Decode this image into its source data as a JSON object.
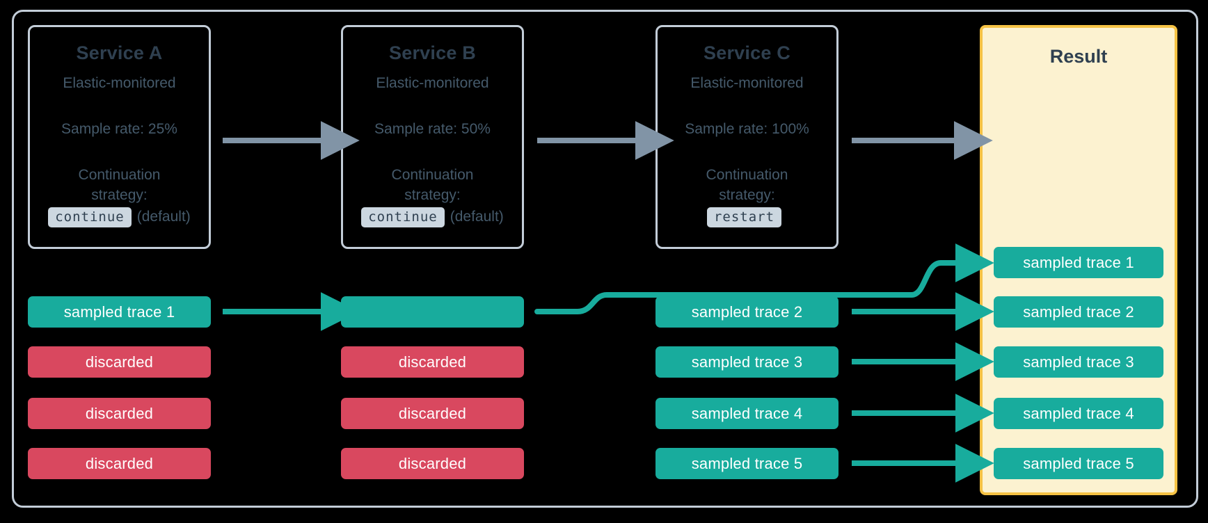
{
  "diagram": {
    "title": "Elastic APM distributed tracing sampling flow",
    "colors": {
      "frame": "#c3cdd8",
      "card_border": "#c3cdd8",
      "card_text": "#455a6b",
      "heading": "#2f4050",
      "badge_bg": "#ccd7e0",
      "sampled": "#18ac9d",
      "discarded": "#d9485f",
      "result_bg": "#fcf2d0",
      "result_border": "#f5c244",
      "gray_arrow": "#8194a6",
      "teal_arrow": "#18ac9d",
      "background": "#000000"
    }
  },
  "services": [
    {
      "id": "service-a",
      "title": "Service A",
      "subtitle": "Elastic-monitored",
      "sample_rate_label": "Sample rate: 25%",
      "continuation_label": "Continuation\nstrategy:",
      "continuation_line1": "Continuation",
      "continuation_line2": "strategy:",
      "strategy_code": "continue",
      "strategy_note": "(default)"
    },
    {
      "id": "service-b",
      "title": "Service B",
      "subtitle": "Elastic-monitored",
      "sample_rate_label": "Sample rate: 50%",
      "continuation_line1": "Continuation",
      "continuation_line2": "strategy:",
      "strategy_code": "continue",
      "strategy_note": "(default)"
    },
    {
      "id": "service-c",
      "title": "Service C",
      "subtitle": "Elastic-monitored",
      "sample_rate_label": "Sample rate: 100%",
      "continuation_line1": "Continuation",
      "continuation_line2": "strategy:",
      "strategy_code": "restart",
      "strategy_note": ""
    }
  ],
  "result": {
    "title": "Result",
    "traces": [
      "sampled trace 1",
      "sampled trace 2",
      "sampled trace 3",
      "sampled trace 4",
      "sampled trace 5"
    ]
  },
  "columns": {
    "service_a_traces": [
      {
        "label": "sampled trace 1",
        "state": "sampled"
      },
      {
        "label": "discarded",
        "state": "discarded"
      },
      {
        "label": "discarded",
        "state": "discarded"
      },
      {
        "label": "discarded",
        "state": "discarded"
      }
    ],
    "service_b_traces": [
      {
        "label": "",
        "state": "sampled"
      },
      {
        "label": "discarded",
        "state": "discarded"
      },
      {
        "label": "discarded",
        "state": "discarded"
      },
      {
        "label": "discarded",
        "state": "discarded"
      }
    ],
    "service_c_traces": [
      {
        "label": "sampled trace 2",
        "state": "sampled"
      },
      {
        "label": "sampled trace 3",
        "state": "sampled"
      },
      {
        "label": "sampled trace 4",
        "state": "sampled"
      },
      {
        "label": "sampled trace 5",
        "state": "sampled"
      }
    ]
  },
  "connectors": {
    "service_flow": [
      "a-to-b",
      "b-to-c",
      "c-to-result"
    ],
    "trace_flow": [
      "a-trace1-to-b-trace1",
      "b-trace1-curve-to-result-trace1",
      "c-trace2-to-result-trace2",
      "c-trace3-to-result-trace3",
      "c-trace4-to-result-trace4",
      "c-trace5-to-result-trace5"
    ]
  }
}
